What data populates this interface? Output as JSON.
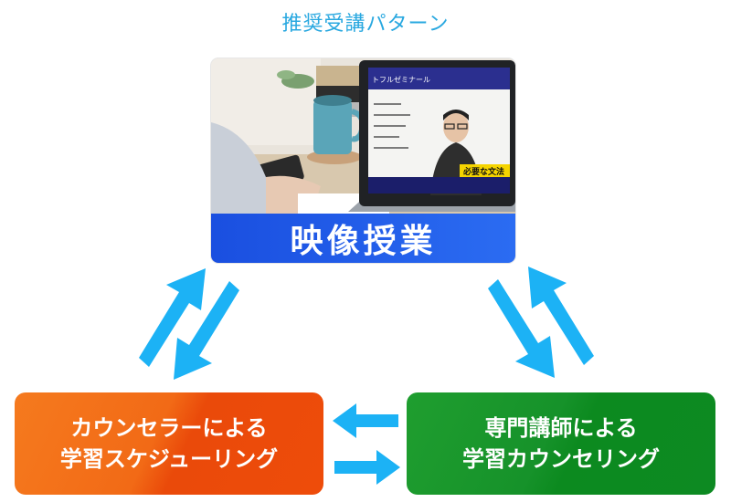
{
  "title": "推奨受講パターン",
  "top_card": {
    "label": "映像授業",
    "screen_overlay_text": "必要な文法",
    "screen_corner_text": "トフルゼミナール"
  },
  "left_box": {
    "line1": "カウンセラーによる",
    "line2": "学習スケジューリング"
  },
  "right_box": {
    "line1": "専門講師による",
    "line2": "学習カウンセリング"
  },
  "colors": {
    "title": "#29a8e0",
    "banner": "#1f5ae6",
    "arrow": "#1cb2f5",
    "left_box": "#f26a16",
    "right_box": "#16922a"
  }
}
